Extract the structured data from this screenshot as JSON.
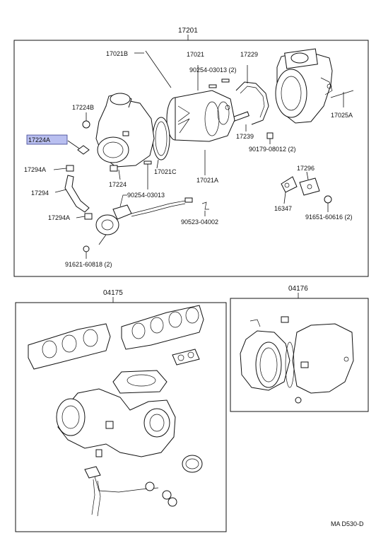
{
  "upper_box": {
    "title": "17201",
    "labels": {
      "p17021B": "17021B",
      "p17021": "17021",
      "p90254_03013_2": "90254-03013 (2)",
      "p17229": "17229",
      "p17224B": "17224B",
      "p17224A": "17224A",
      "p17294A_top": "17294A",
      "p17294": "17294",
      "p17294A_bot": "17294A",
      "p17224": "17224",
      "p17021C": "17021C",
      "p17021A": "17021A",
      "p17239": "17239",
      "p90179": "90179-08012 (2)",
      "p17025A": "17025A",
      "p17296": "17296",
      "p16347": "16347",
      "p91651": "91651-60616 (2)",
      "p90254_03013": "90254-03013",
      "p90523": "90523-04002",
      "p91621": "91621-60818 (2)"
    },
    "highlighted": "17224A"
  },
  "lower_left_box": {
    "title": "04175"
  },
  "lower_right_box": {
    "title": "04176"
  },
  "footer": {
    "code": "MA D530-D"
  },
  "colors": {
    "highlight": "#b9bff0",
    "line": "#111111"
  }
}
